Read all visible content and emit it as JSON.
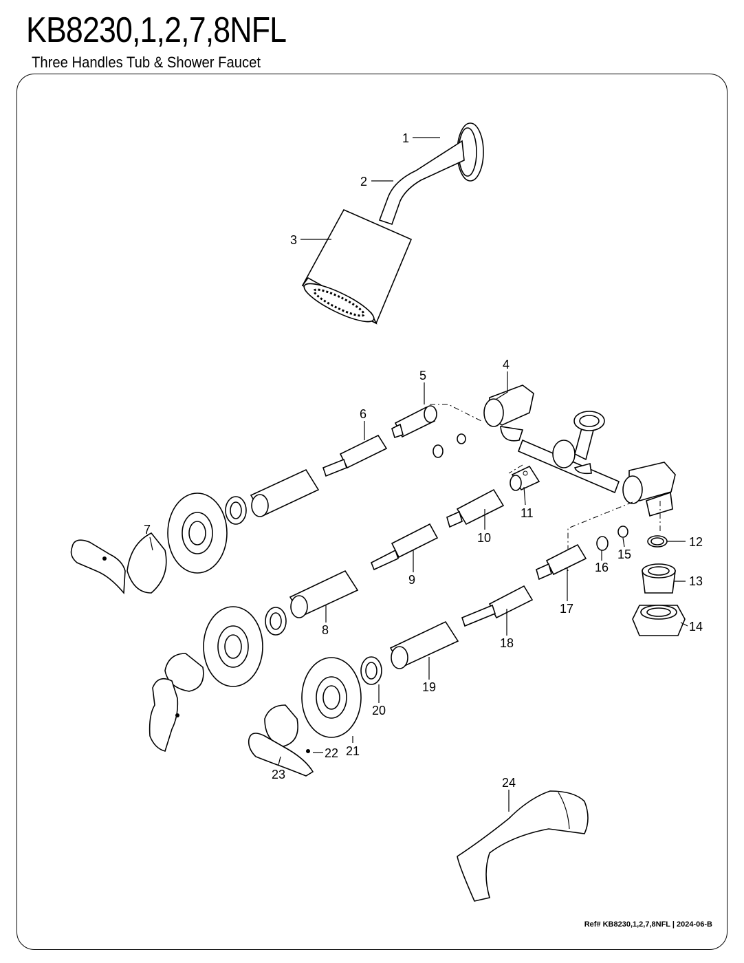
{
  "document": {
    "title": "KB8230,1,2,7,8NFL",
    "subtitle": "Three Handles Tub & Shower Faucet",
    "footer": "Ref# KB8230,1,2,7,8NFL | 2024-06-B"
  },
  "callouts": [
    "1",
    "2",
    "3",
    "4",
    "5",
    "6",
    "7",
    "8",
    "9",
    "10",
    "11",
    "12",
    "13",
    "14",
    "15",
    "16",
    "17",
    "18",
    "19",
    "20",
    "21",
    "22",
    "23",
    "24"
  ]
}
